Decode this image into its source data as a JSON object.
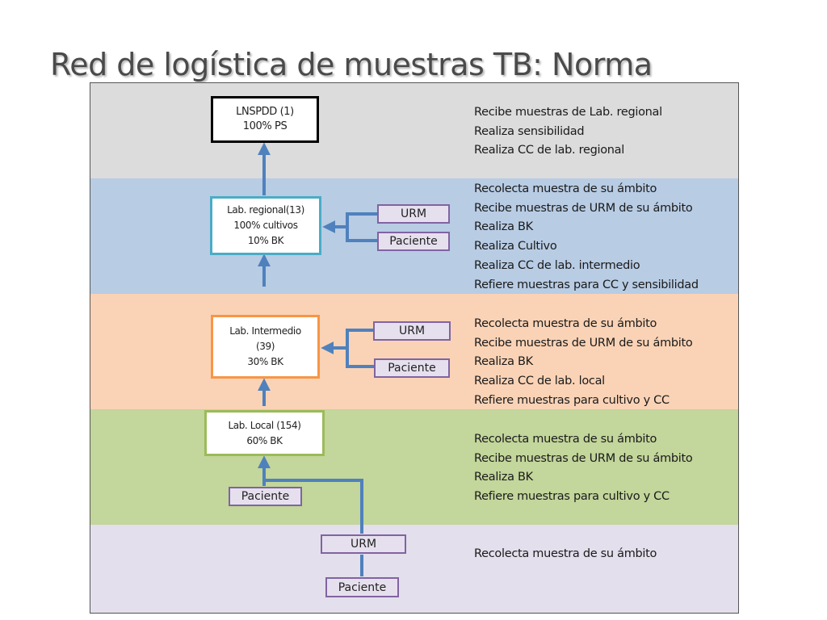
{
  "title": "Red de logística de muestras TB: Norma",
  "colors": {
    "band_top": "#dcdcdc",
    "band_regional": "#b8cce4",
    "band_intermedio": "#fad3b6",
    "band_local": "#c3d69b",
    "band_bottom": "#e3dfec",
    "arrow": "#4f81bd",
    "box_lnspdd_border": "#000000",
    "box_regional_border": "#4bacc6",
    "box_intermedio_border": "#f79646",
    "box_local_border": "#9bbb59",
    "tag_fill": "#e6e0ee",
    "tag_border": "#8064a2"
  },
  "nodes": {
    "lnspdd": {
      "lines": [
        "LNSPDD (1)",
        "100% PS"
      ]
    },
    "regional": {
      "lines": [
        "Lab. regional(13)",
        "100% cultivos",
        "10% BK"
      ]
    },
    "intermedio": {
      "lines": [
        "Lab. Intermedio",
        "(39)",
        "30% BK"
      ]
    },
    "local": {
      "lines": [
        "Lab. Local (154)",
        "60% BK"
      ]
    }
  },
  "tags": {
    "urm": "URM",
    "paciente": "Paciente"
  },
  "descriptions": [
    {
      "lines": [
        "Recibe muestras de Lab. regional",
        "Realiza sensibilidad",
        "Realiza CC de lab. regional"
      ]
    },
    {
      "lines": [
        "Recolecta muestra de su ámbito",
        "Recibe muestras de URM de su ámbito",
        "Realiza BK",
        "Realiza Cultivo",
        "Realiza CC de lab. intermedio",
        "Refiere muestras para CC y sensibilidad"
      ]
    },
    {
      "lines": [
        "Recolecta muestra de su ámbito",
        "Recibe muestras de URM de su ámbito",
        "Realiza BK",
        "Realiza CC de lab. local",
        "Refiere muestras para cultivo y CC"
      ]
    },
    {
      "lines": [
        "Recolecta muestra de su ámbito",
        "Recibe muestras de URM de su ámbito",
        "Realiza BK",
        "Refiere muestras para cultivo y CC"
      ]
    },
    {
      "lines": [
        "Recolecta muestra de su ámbito"
      ]
    }
  ]
}
